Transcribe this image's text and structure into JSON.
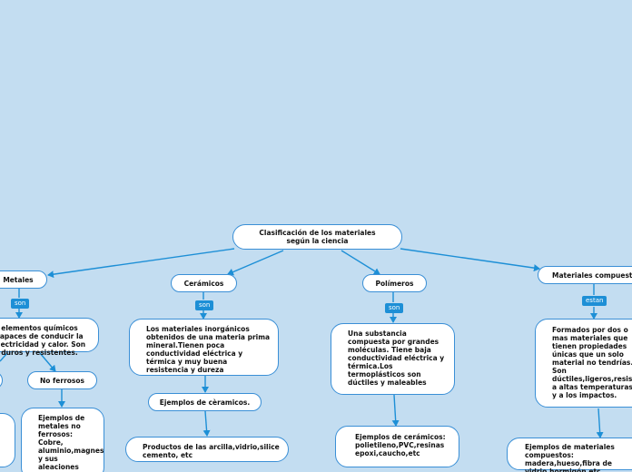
{
  "diagram": {
    "root": "Clasificación de los materiales según la ciencia",
    "metales": {
      "label": "Metales",
      "connector": "son",
      "definition": "elementos químicos capaces de conducir la electricidad y calor. Son duros y resistentes.",
      "no_ferrosos": "No ferrosos",
      "ejemplos_no_ferrosos": "Ejemplos de metales no ferrosos: Cobre, aluminio,magnesio,cromo y sus aleaciones"
    },
    "ceramicos": {
      "label": "Cerámicos",
      "connector": "son",
      "definition": "Los materiales inorgánicos obtenidos de una materia prima mineral.Tienen poca conductividad eléctrica y térmica y muy buena resistencia y dureza",
      "ejemplos_label": "Ejemplos de cèramicos.",
      "productos": "Productos de las arcilla,vidrio,silice cemento, etc"
    },
    "polimeros": {
      "label": "Polímeros",
      "connector": "son",
      "definition": "Una substancia compuesta por grandes moléculas. Tiene baja conductividad eléctrica y térmica.Los termoplásticos son dúctiles y maleables",
      "ejemplos": "Ejemplos de cerámicos: polietileno,PVC,resinas epoxi,caucho,etc"
    },
    "compuestos": {
      "label": "Materiales compuestos",
      "connector": "estan",
      "definition": "Formados por dos o mas materiales que tienen propiedades únicas que un solo material no tendrías. Son dúctiles,ligeros,resistentes a altas temperaturas y a los impactos.",
      "ejemplos": "Ejemplos de materiales compuestos: madera,hueso,fibra de vidrio,hormigón,etc"
    }
  },
  "colors": {
    "background": "#c3ddf1",
    "line": "#1d8fd6",
    "node_border": "#3a8fd6",
    "tag": "#1d8fd6"
  }
}
